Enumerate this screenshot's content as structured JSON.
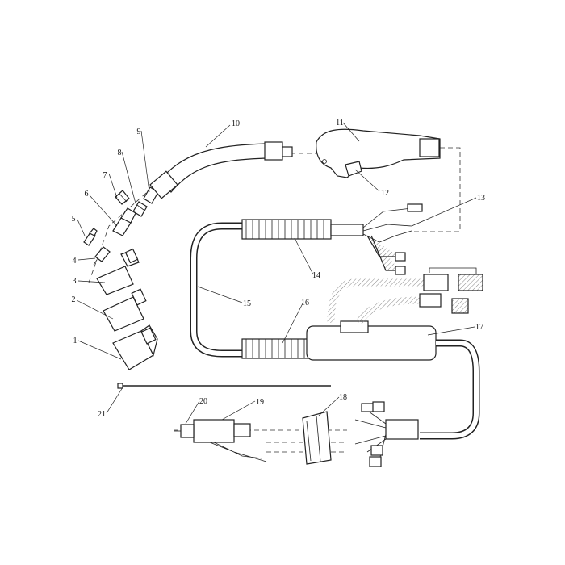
{
  "callouts": {
    "c1": "1",
    "c2": "2",
    "c3": "3",
    "c4": "4",
    "c5": "5",
    "c6": "6",
    "c7": "7",
    "c8": "8",
    "c9": "9",
    "c10": "10",
    "c11": "11",
    "c12": "12",
    "c13": "13",
    "c14": "14",
    "c15": "15",
    "c16": "16",
    "c17": "17",
    "c18": "18",
    "c19": "19",
    "c20": "20",
    "c21": "21"
  },
  "colors": {
    "line": "#222222",
    "fill": "#ffffff",
    "hatch": "#888888"
  }
}
